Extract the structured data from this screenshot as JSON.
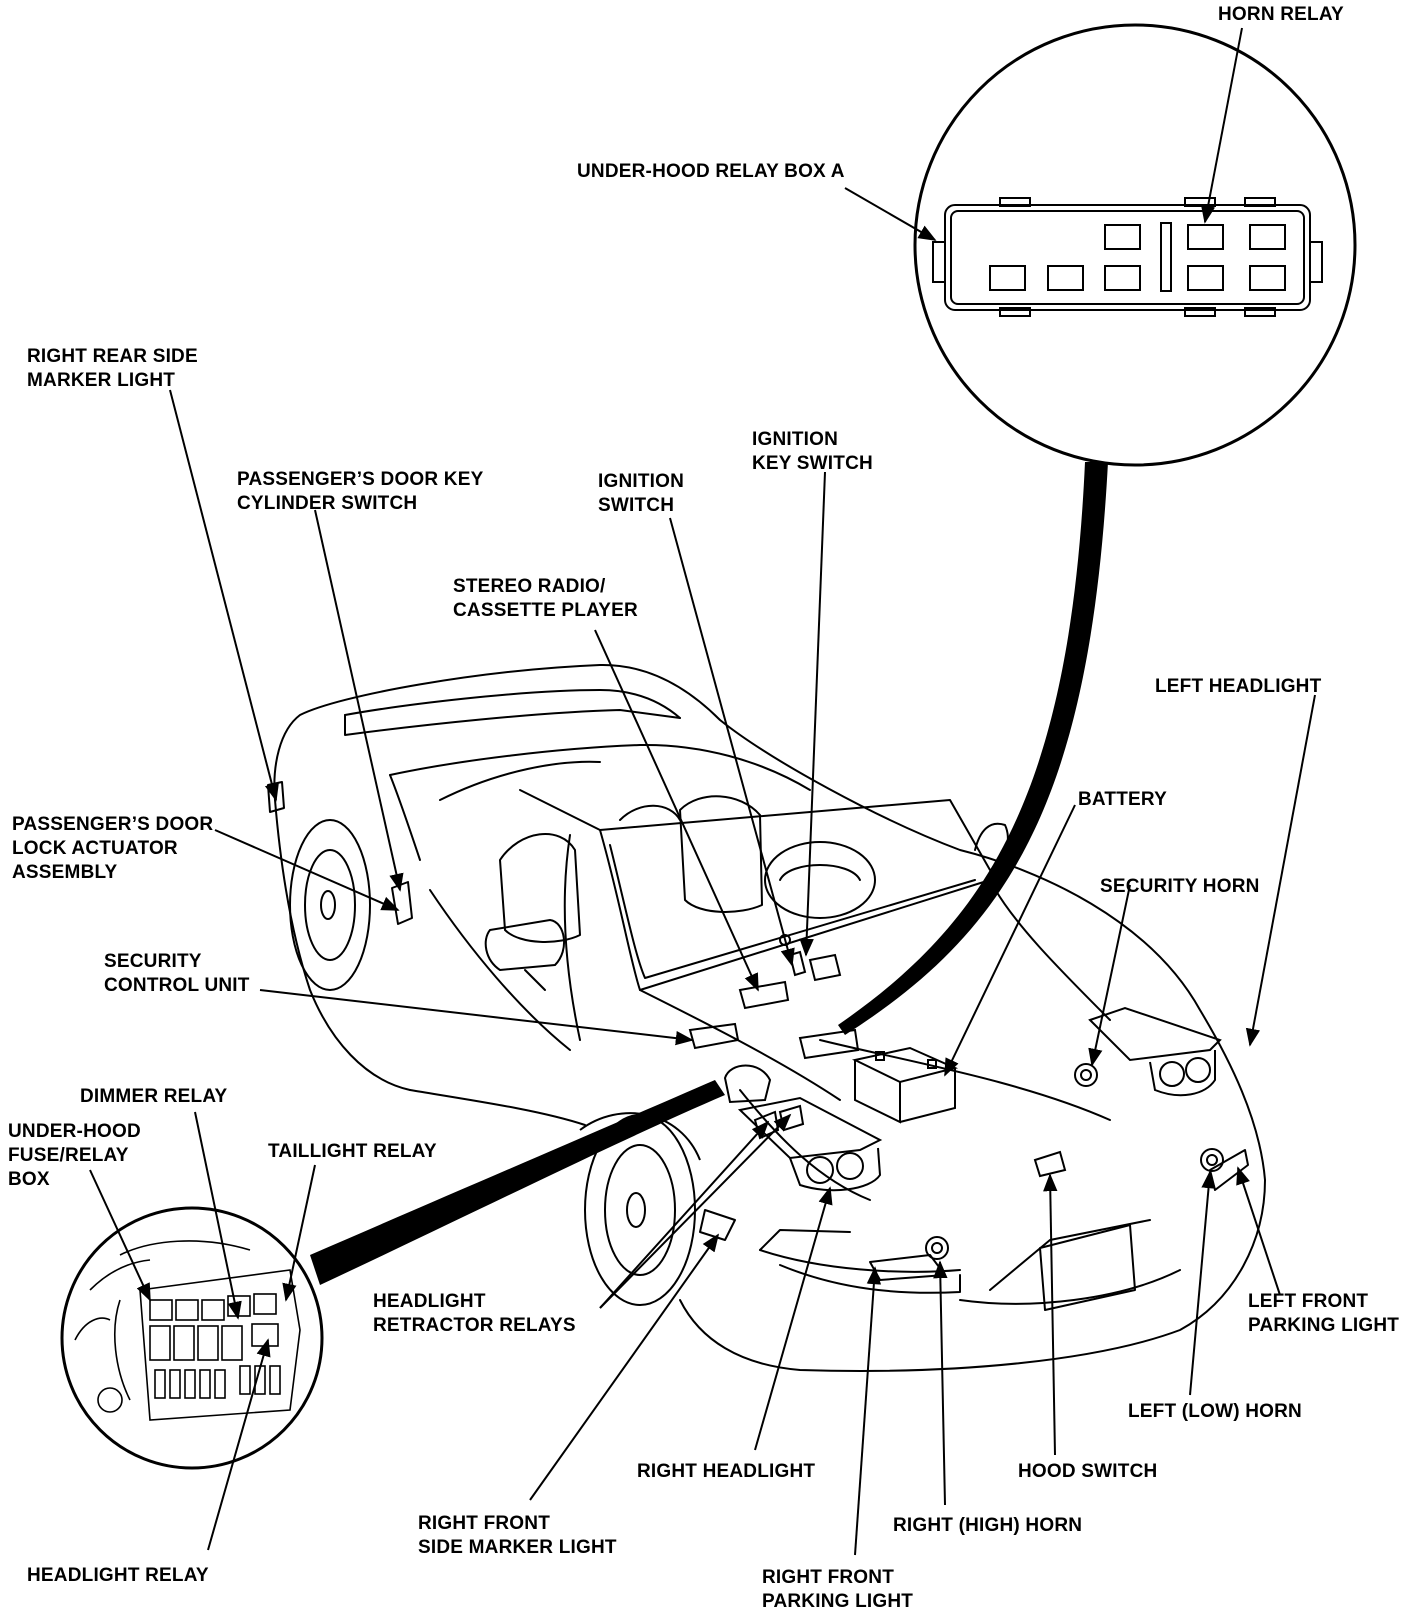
{
  "labels": {
    "horn_relay": [
      "HORN RELAY"
    ],
    "under_hood_relay_box_a": [
      "UNDER-HOOD RELAY BOX A"
    ],
    "right_rear_side_marker_light": [
      "RIGHT REAR SIDE",
      "MARKER LIGHT"
    ],
    "passengers_door_key_cylinder_switch": [
      "PASSENGER’S DOOR KEY",
      "CYLINDER SWITCH"
    ],
    "ignition_switch": [
      "IGNITION",
      "SWITCH"
    ],
    "ignition_key_switch": [
      "IGNITION",
      "KEY SWITCH"
    ],
    "stereo_radio_cassette_player": [
      "STEREO RADIO/",
      "CASSETTE PLAYER"
    ],
    "left_headlight": [
      "LEFT HEADLIGHT"
    ],
    "battery": [
      "BATTERY"
    ],
    "passengers_door_lock_actuator_assembly": [
      "PASSENGER’S DOOR",
      "LOCK ACTUATOR",
      "ASSEMBLY"
    ],
    "security_horn": [
      "SECURITY HORN"
    ],
    "security_control_unit": [
      "SECURITY",
      "CONTROL UNIT"
    ],
    "dimmer_relay": [
      "DIMMER RELAY"
    ],
    "under_hood_fuse_relay_box": [
      "UNDER-HOOD",
      "FUSE/RELAY",
      "BOX"
    ],
    "taillight_relay": [
      "TAILLIGHT RELAY"
    ],
    "headlight_retractor_relays": [
      "HEADLIGHT",
      "RETRACTOR RELAYS"
    ],
    "left_front_parking_light": [
      "LEFT FRONT",
      "PARKING LIGHT"
    ],
    "left_low_horn": [
      "LEFT (LOW) HORN"
    ],
    "right_headlight": [
      "RIGHT HEADLIGHT"
    ],
    "hood_switch": [
      "HOOD SWITCH"
    ],
    "right_front_side_marker_light": [
      "RIGHT FRONT",
      "SIDE MARKER LIGHT"
    ],
    "right_high_horn": [
      "RIGHT (HIGH) HORN"
    ],
    "headlight_relay": [
      "HEADLIGHT RELAY"
    ],
    "right_front_parking_light": [
      "RIGHT FRONT",
      "PARKING LIGHT"
    ]
  }
}
